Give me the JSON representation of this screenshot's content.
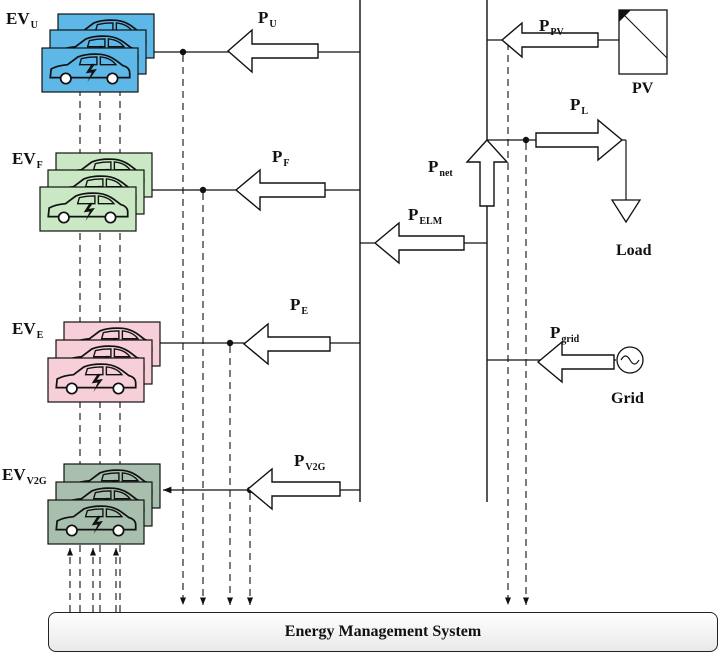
{
  "fleets": [
    {
      "id": "u",
      "base": "EV",
      "sub": "U",
      "fill": "#5db8e8",
      "power_base": "P",
      "power_sub": "U"
    },
    {
      "id": "f",
      "base": "EV",
      "sub": "F",
      "fill": "#c9e8c3",
      "power_base": "P",
      "power_sub": "F"
    },
    {
      "id": "e",
      "base": "EV",
      "sub": "E",
      "fill": "#f6cfd8",
      "power_base": "P",
      "power_sub": "E"
    },
    {
      "id": "v2g",
      "base": "EV",
      "sub": "V2G",
      "fill": "#a9bfae",
      "power_base": "P",
      "power_sub": "V2G"
    }
  ],
  "pv": {
    "label": "PV",
    "power_base": "P",
    "power_sub": "PV"
  },
  "load": {
    "label": "Load",
    "power_base": "P",
    "power_sub": "L"
  },
  "grid": {
    "label": "Grid",
    "power_base": "P",
    "power_sub": "grid"
  },
  "net": {
    "power_base": "P",
    "power_sub": "net"
  },
  "elm": {
    "power_base": "P",
    "power_sub": "ELM"
  },
  "ems": {
    "label": "Energy Management System"
  },
  "colors": {
    "line": "#111111",
    "arrow_fill": "#ffffff"
  }
}
